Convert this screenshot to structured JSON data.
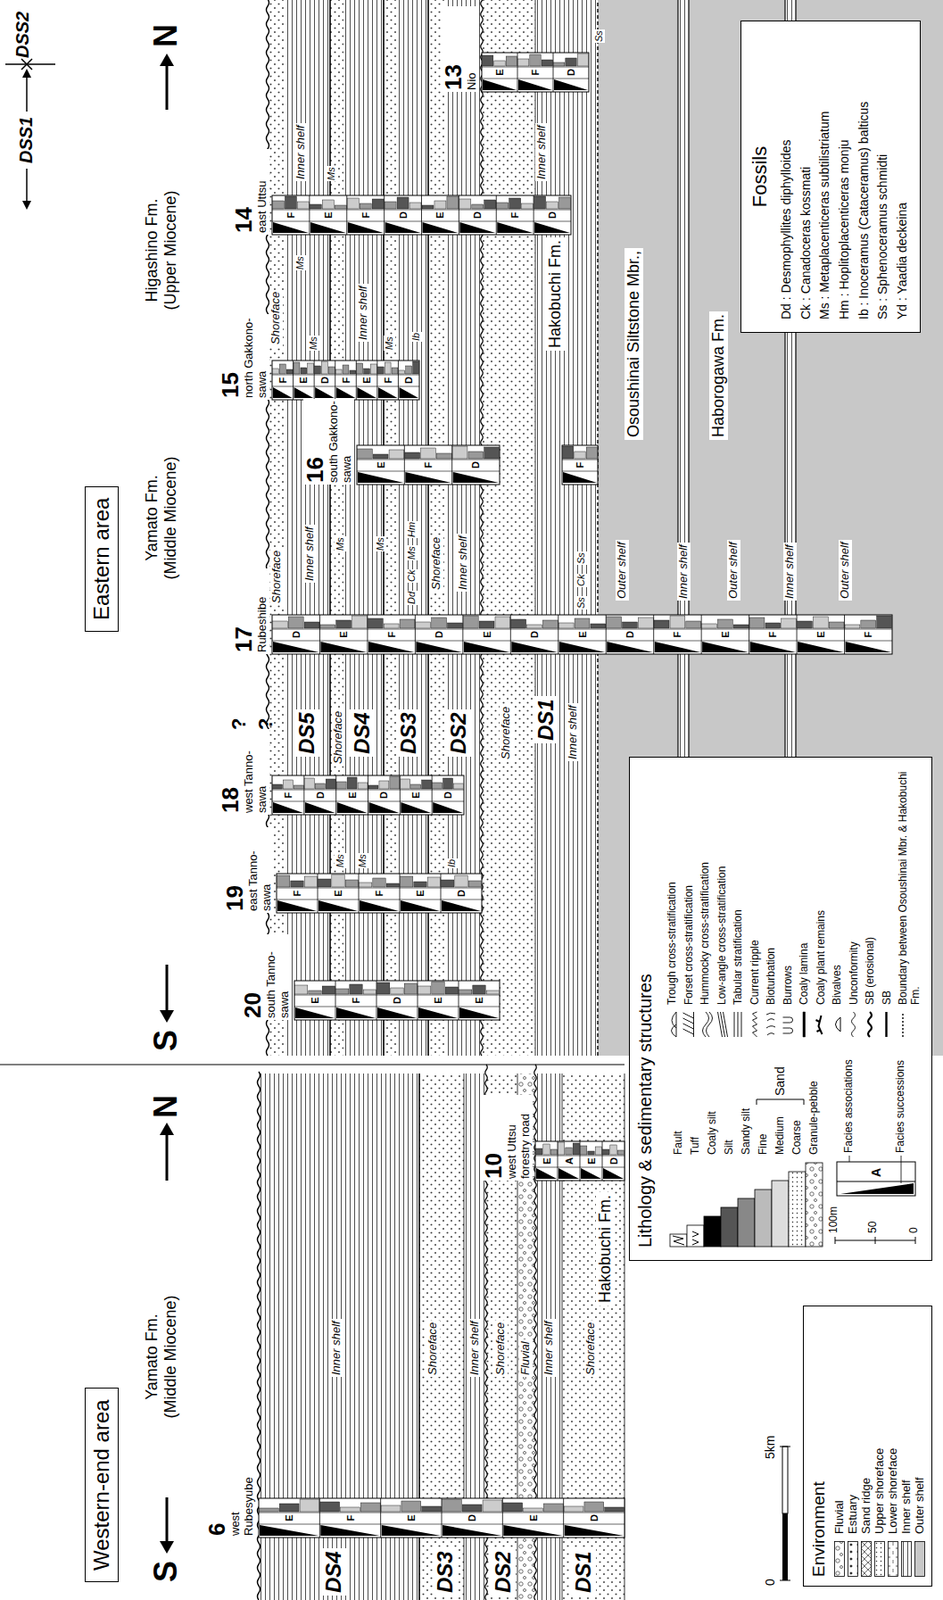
{
  "diagram": {
    "nodes": [
      {
        "text": [
          "Western-end area"
        ]
      },
      {
        "text": [
          "Eastern area"
        ]
      },
      {
        "text": [
          "Environment"
        ]
      },
      {
        "text": [
          "Lithology & sedimentary structures"
        ]
      },
      {
        "text": [
          "Fossils",
          "Dd : Desmophyllites diphylloides",
          "Ck : Canadoceras kossmati",
          "Ms : Metaplacenticeras subtilistriatum",
          "Hm : Hoplitoplacenticeras monju",
          "Ib : Inoceramus (Cataceramus) balticus",
          "Ss : Sphenoceramus schmidti",
          "Yd : Yaadia deckeina"
        ]
      }
    ],
    "labels": [
      "S",
      "N",
      "Yamato Fm. (Middle Miocene)",
      "S",
      "Yamato Fm. (Middle Miocene)",
      "Higashino Fm. (Upper Miocene)",
      "N",
      "DSS2",
      "DSS1",
      "DS4",
      "DS3",
      "DS2",
      "DS1",
      "Inner shelf",
      "Shoreface",
      "Inner shelf",
      "Shoreface",
      "Fluvial",
      "Inner shelf",
      "Shoreface",
      "Hakobuchi Fm.",
      "DS5",
      "DS4",
      "DS3",
      "DS2",
      "DS1",
      "Shoreface",
      "Inner shelf",
      "Shoreface",
      "Inner shelf",
      "Shoreface",
      "Inner shelf",
      "Shoreface",
      "Inner shelf",
      "Inner shelf",
      "Shoreface",
      "Inner shelf",
      "Outer shelf",
      "Inner shelf",
      "Outer shelf",
      "Inner shelf",
      "Outer shelf",
      "Hakobuchi Fm.",
      "Osoushinai Siltstone Mbr.,",
      "Haborogawa Fm.",
      "Ms",
      "Ms",
      "Ms",
      "Ms",
      "Ms",
      "Ms",
      "Dd",
      "Ck",
      "Ms",
      "Hm",
      "Ms",
      "Ms",
      "Ib",
      "Ib",
      "Ss",
      "Ck",
      "Ss",
      "Ss",
      "?",
      "?",
      "0",
      "5km",
      "Sand",
      "100m",
      "50",
      "0",
      "A",
      "6",
      "west Rubesyube",
      "10",
      "west Uttsu forestry road",
      "20",
      "south Tanno-sawa",
      "19",
      "east Tanno-sawa",
      "18",
      "west Tanno-sawa",
      "17",
      "Rubeshibe",
      "16",
      "south Gakkono-sawa",
      "15",
      "north Gakkono-sawa",
      "14",
      "east Uttsu",
      "13",
      "Nio",
      "E",
      "F",
      "E",
      "D",
      "E",
      "D",
      "E",
      "A",
      "E",
      "D",
      "E",
      "F",
      "D",
      "E",
      "E",
      "F",
      "E",
      "F",
      "E",
      "D",
      "F",
      "D",
      "E",
      "D",
      "E",
      "D",
      "D",
      "E",
      "F",
      "D",
      "E",
      "D",
      "E",
      "D",
      "F",
      "E",
      "F",
      "E",
      "F",
      "E",
      "F",
      "D",
      "F",
      "F",
      "E",
      "D",
      "F",
      "E",
      "F",
      "D",
      "F",
      "E",
      "F",
      "D",
      "E",
      "D",
      "F",
      "D",
      "E",
      "F",
      "D"
    ],
    "legend": [
      {
        "text": "Fluvial"
      },
      {
        "text": "Estuary"
      },
      {
        "text": "Sand ridge"
      },
      {
        "text": "Upper shoreface"
      },
      {
        "text": "Lower shoreface"
      },
      {
        "text": "Inner shelf"
      },
      {
        "text": "Outer shelf",
        "color": "#c8c8c8"
      },
      {
        "text": "Fault"
      },
      {
        "text": "Tuff"
      },
      {
        "text": "Coaly silt"
      },
      {
        "text": "Silt"
      },
      {
        "text": "Sandy silt"
      },
      {
        "text": "Fine"
      },
      {
        "text": "Medium"
      },
      {
        "text": "Coarse"
      },
      {
        "text": "Granule-pebble"
      },
      {
        "text": "Facies associations"
      },
      {
        "text": "Facies successions"
      },
      {
        "text": "Trough cross-stratification"
      },
      {
        "text": "Forset cross-stratification"
      },
      {
        "text": "Hummocky cross-stratification"
      },
      {
        "text": "Low-angle cross-stratification"
      },
      {
        "text": "Tabular stratification"
      },
      {
        "text": "Current ripple"
      },
      {
        "text": "Bioturbation"
      },
      {
        "text": "Burrows"
      },
      {
        "text": "Coaly lamina"
      },
      {
        "text": "Coaly plant remains"
      },
      {
        "text": "Bivalves"
      },
      {
        "text": "Unconformity"
      },
      {
        "text": "SB (erosional)"
      },
      {
        "text": "SB"
      },
      {
        "text": "Boundary between Osoushinai Mbr. & Hakobuchi Fm."
      }
    ]
  }
}
